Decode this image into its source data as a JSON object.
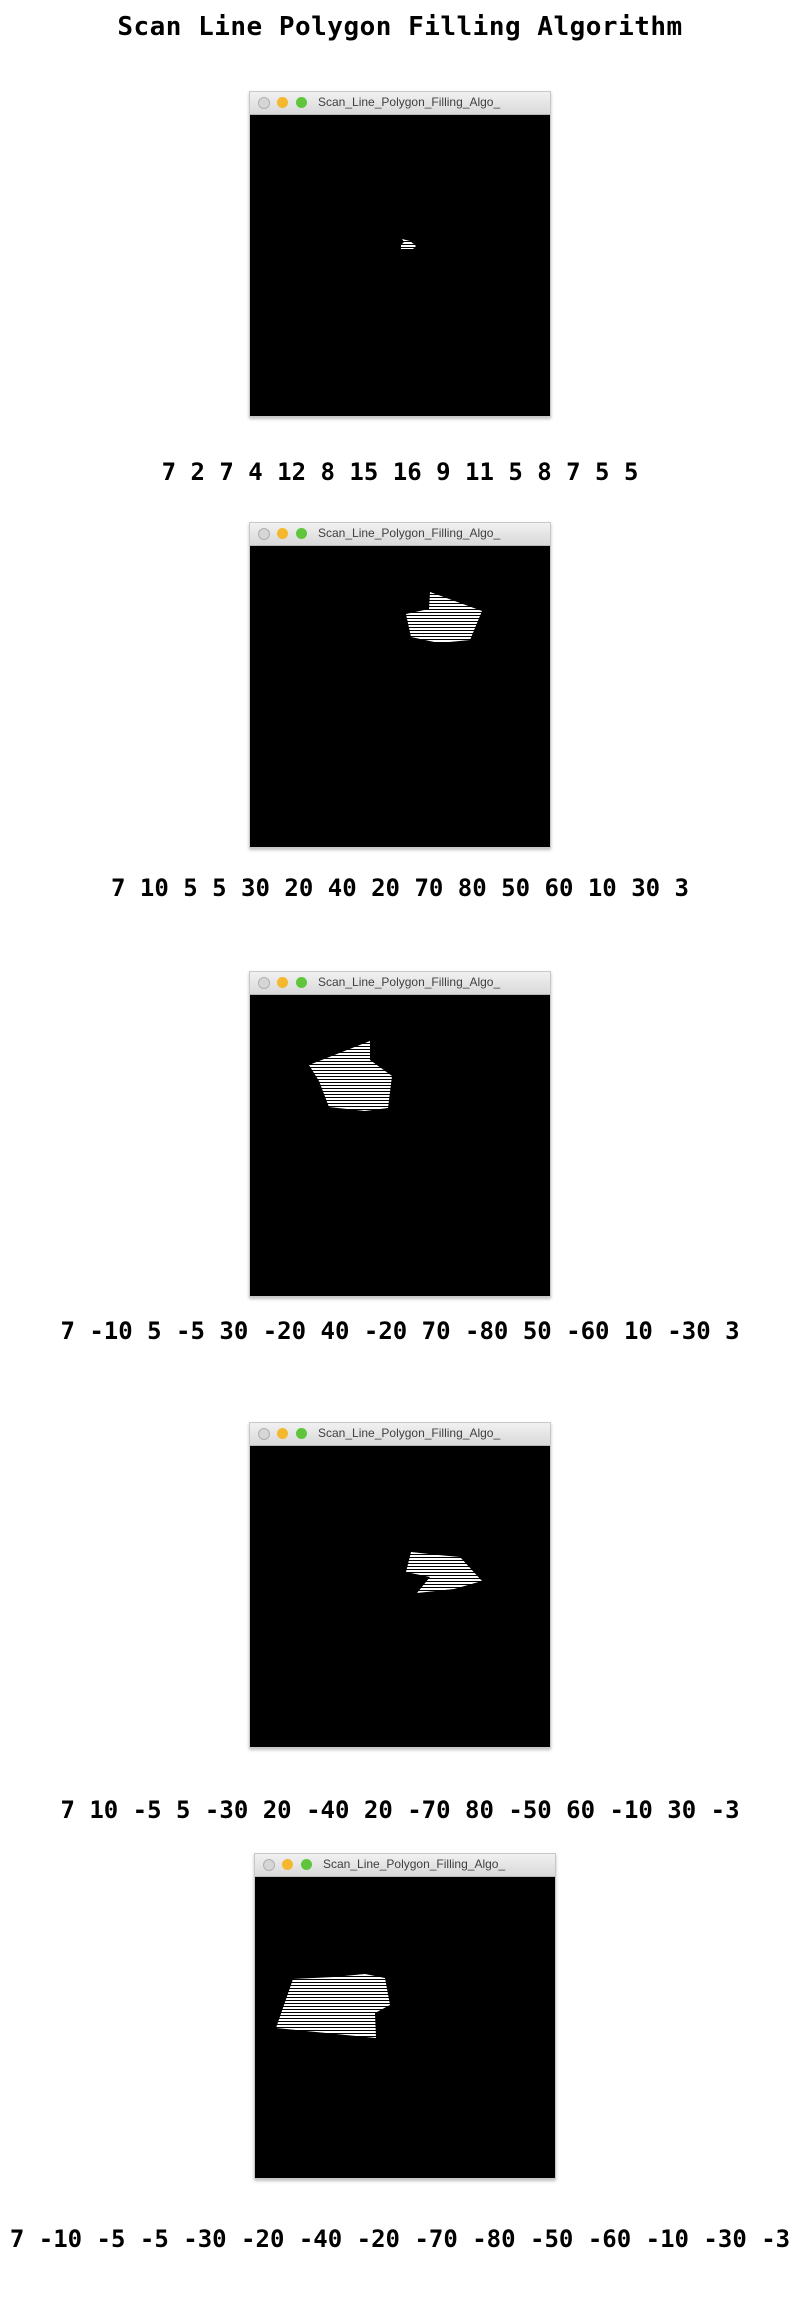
{
  "page": {
    "title": "Scan Line Polygon Filling Algorithm"
  },
  "app": {
    "window_title": "Scan_Line_Polygon_Filling_Algo_"
  },
  "captions": [
    "7 2 7 4 12 8 15 16 9 11 5 8 7 5 5",
    "7 10 5 5 30 20 40 20 70 80 50 60 10 30 3",
    "7 -10 5 -5 30 -20 40 -20 70 -80 50 -60 10 -30 3",
    "7 10 -5 5 -30 20 -40 20 -70 80 -50 60 -10 30 -3",
    "7 -10 -5 -5 -30 -20 -40 -20 -70 -80 -50 -60 -10 -30 -3"
  ],
  "colors": {
    "window_background": "#000000",
    "fill_lines": "#ffffff",
    "minimize_button": "#f5b72e",
    "maximize_button": "#5ec53c"
  },
  "icons": [
    "close-icon",
    "minimize-icon",
    "maximize-icon"
  ]
}
